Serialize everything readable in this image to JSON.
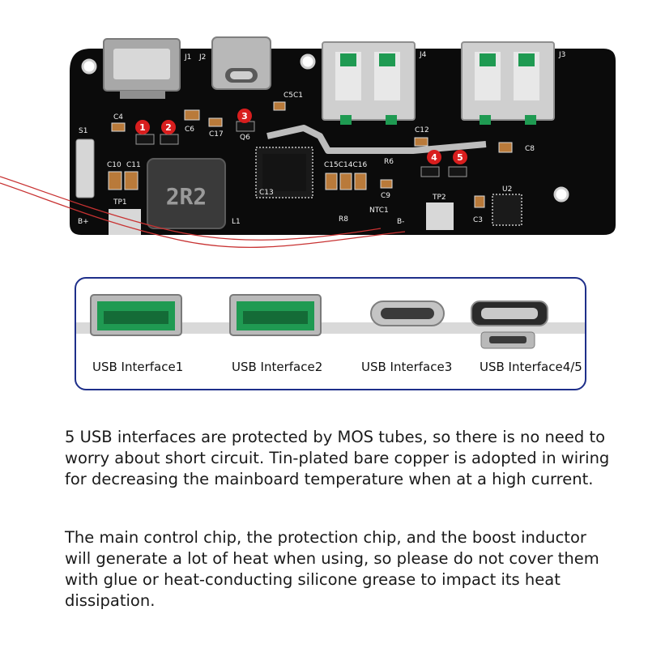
{
  "board": {
    "silkscreen": {
      "j1": "J1",
      "j2": "J2",
      "j3": "J3",
      "j4": "J4",
      "s1": "S1",
      "c4": "C4",
      "c6": "C6",
      "c17": "C17",
      "q6": "Q6",
      "c5c1": "C5C1",
      "c12": "C12",
      "c8": "C8",
      "c10": "C10",
      "c11": "C11",
      "tp1": "TP1",
      "bplus": "B+",
      "inductor": "2R2",
      "l1": "L1",
      "c13": "C13",
      "c15c14c16": "C15C14C16",
      "r6": "R6",
      "c9": "C9",
      "tp2": "TP2",
      "u2": "U2",
      "c3": "C3",
      "ntc1": "NTC1",
      "r8": "R8",
      "bminus": "B-"
    },
    "markers": [
      "1",
      "2",
      "3",
      "4",
      "5"
    ]
  },
  "ports_panel": {
    "labels": [
      "USB Interface1",
      "USB Interface2",
      "USB Interface3",
      "USB Interface4/5"
    ]
  },
  "description": {
    "paragraph_1": "5 USB interfaces are protected by MOS tubes, so there is no need to worry about short circuit. Tin-plated bare copper is adopted in wiring for decreasing the mainboard temperature when at a high current.",
    "paragraph_2": "The main control chip, the protection chip, and the boost inductor will generate a lot of heat when using, so please do not cover them with glue or heat-conducting silicone grease to impact its heat dissipation."
  },
  "colors": {
    "pcb": "#0b0b0b",
    "silkscreen": "#f2f2f2",
    "marker": "#d81e1e",
    "panel_border": "#1e2f8a",
    "usb_green": "#1f9a52",
    "text": "#1a1a1a"
  }
}
